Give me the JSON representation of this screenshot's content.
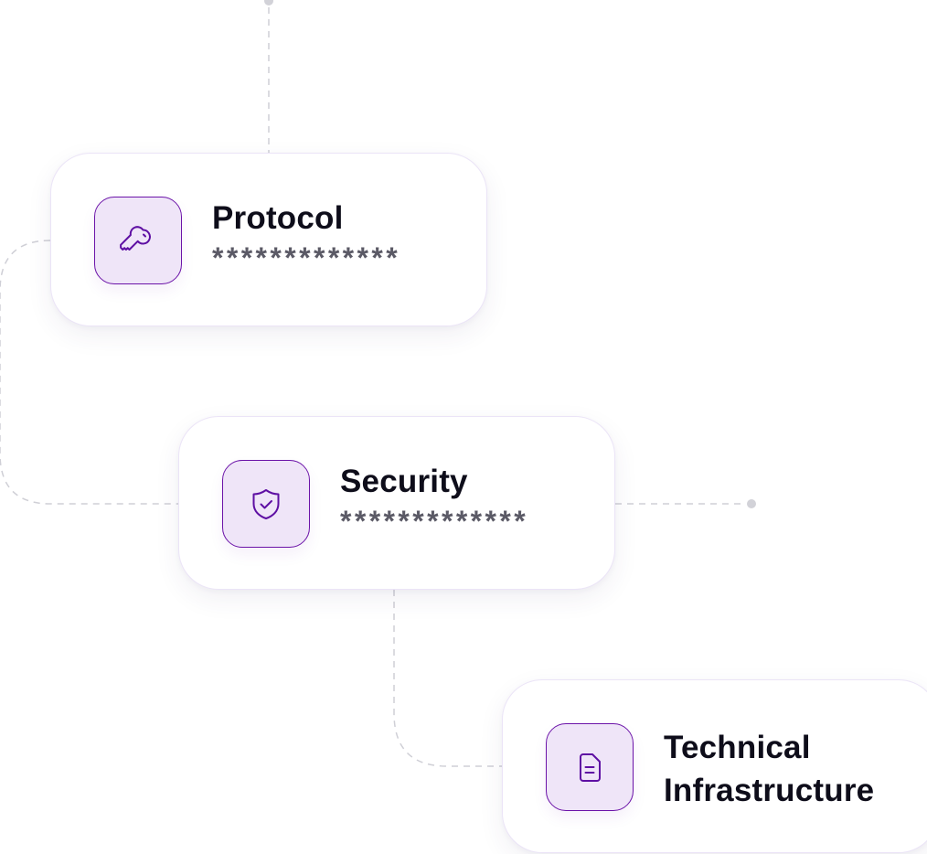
{
  "diagram": {
    "colors": {
      "accent": "#5e0fa3",
      "icon_bg": "#efe5f8",
      "title_text": "#0e0d1a",
      "mask_text": "#5b5a66",
      "connector": "#cfcfd6",
      "card_border": "#ebe4f7"
    },
    "nodes": [
      {
        "id": "protocol",
        "icon": "key-icon",
        "title": "Protocol",
        "value": "*************"
      },
      {
        "id": "security",
        "icon": "shield-check-icon",
        "title": "Security",
        "value": "*************"
      },
      {
        "id": "technical-infrastructure",
        "icon": "document-icon",
        "title_lines": [
          "Technical",
          "Infrastructure"
        ]
      }
    ],
    "edges": [
      {
        "from": "top-anchor",
        "to": "protocol"
      },
      {
        "from": "protocol",
        "to": "security"
      },
      {
        "from": "security",
        "to": "right-anchor"
      },
      {
        "from": "security",
        "to": "technical-infrastructure"
      }
    ]
  }
}
